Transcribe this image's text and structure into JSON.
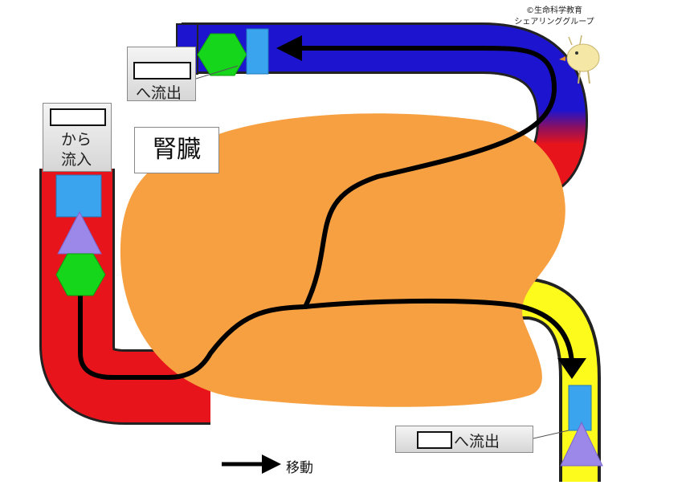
{
  "copyright": {
    "line1": "©生命科学教育",
    "line2": "シェアリンググループ"
  },
  "labels": {
    "kidney": "腎臓",
    "blood_in_line1": "から",
    "blood_in_line2": "流入",
    "blue_out": "へ流出",
    "yellow_out": "へ流出"
  },
  "legend": {
    "arrow_label": "移動"
  },
  "colors": {
    "red_vessel": "#e8141b",
    "blue_vessel": "#1d14cf",
    "yellow_vessel": "#fdfb1c",
    "kidney": "#f7a041",
    "square_marker": "#3aa4ee",
    "hexagon_marker": "#15d61a",
    "triangle_marker": "#9b88e8"
  }
}
